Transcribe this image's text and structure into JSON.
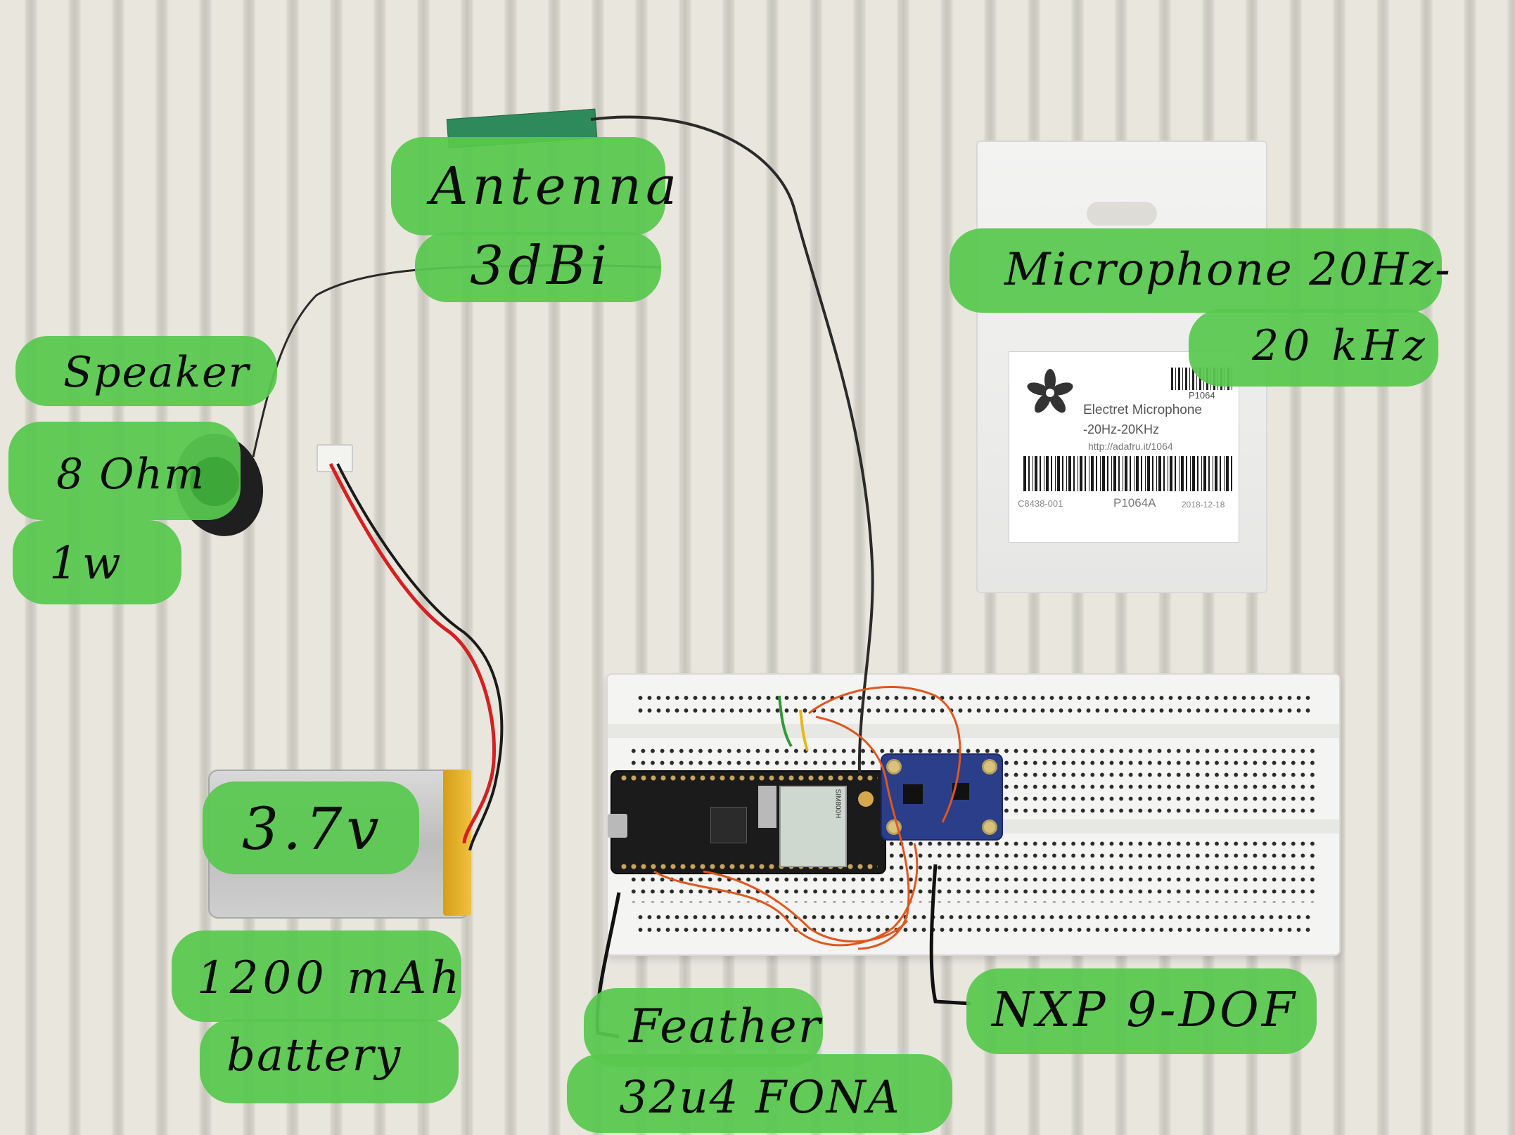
{
  "labels": {
    "antenna": {
      "line1": "Antenna",
      "line2": "3dBi"
    },
    "microphone": {
      "line1": "Microphone 20Hz-",
      "line2": "20 kHz"
    },
    "speaker": {
      "line1": "Speaker",
      "line2": "8 Ohm",
      "line3": "1w"
    },
    "battery_voltage": "3.7v",
    "battery_capacity": {
      "line1": "1200 mAh",
      "line2": "battery"
    },
    "feather": {
      "line1": "Feather",
      "line2": "32u4 FONA"
    },
    "nxp": "NXP 9-DOF"
  },
  "package_label": {
    "part_top": "P1064",
    "title": "Electret Microphone",
    "range": "-20Hz-20KHz",
    "url": "http://adafru.it/1064",
    "sku": "C8438-001",
    "part": "P1064A",
    "date": "2018-12-18"
  },
  "board_text": {
    "sim_module": "SIM800H"
  },
  "colors": {
    "highlight": "#57c84d",
    "wire_orange": "#e0571e",
    "wire_red": "#d62020",
    "wire_black": "#1a1a1a",
    "breadboard": "#f4f4f2",
    "nxp_board": "#2a3e8a"
  }
}
